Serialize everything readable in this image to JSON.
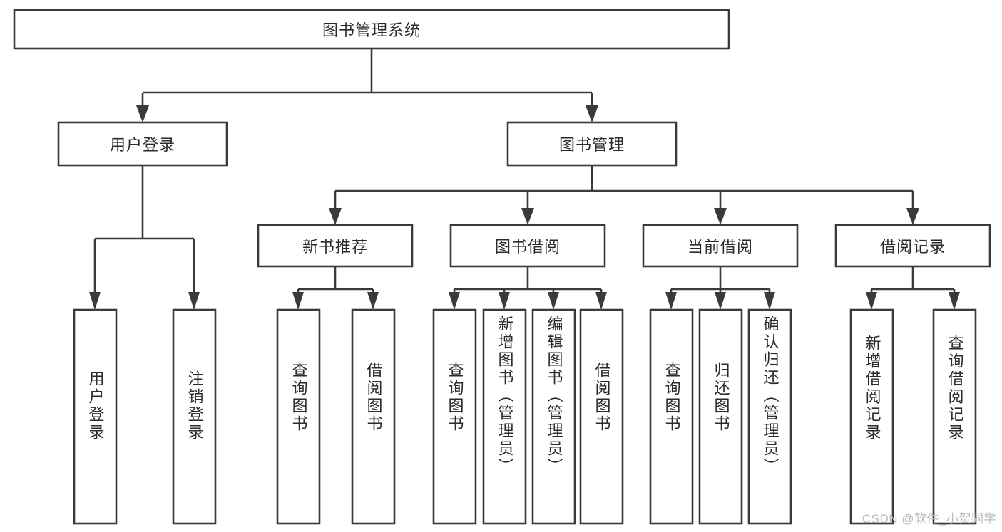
{
  "diagram": {
    "type": "tree",
    "title": "图书管理系统",
    "watermark": "CSDN @软件_小贺同学",
    "colors": {
      "box_stroke": "#3a3a3a",
      "box_fill": "#ffffff",
      "text": "#2b2b2b",
      "background": "#ffffff",
      "watermark": "#b9b9b9"
    },
    "nodes": {
      "root": {
        "label": "图书管理系统",
        "orientation": "horizontal"
      },
      "level1": [
        {
          "id": "user-login",
          "label": "用户登录",
          "orientation": "horizontal"
        },
        {
          "id": "book-management",
          "label": "图书管理",
          "orientation": "horizontal"
        }
      ],
      "level2": [
        {
          "id": "new-book-recommend",
          "label": "新书推荐",
          "orientation": "horizontal",
          "parent": "book-management"
        },
        {
          "id": "book-borrow",
          "label": "图书借阅",
          "orientation": "horizontal",
          "parent": "book-management"
        },
        {
          "id": "current-borrow",
          "label": "当前借阅",
          "orientation": "horizontal",
          "parent": "book-management"
        },
        {
          "id": "borrow-record",
          "label": "借阅记录",
          "orientation": "horizontal",
          "parent": "book-management"
        }
      ],
      "leaves": [
        {
          "id": "leaf-user-login",
          "label": "用户登录",
          "orientation": "vertical",
          "parent": "user-login"
        },
        {
          "id": "leaf-logout",
          "label": "注销登录",
          "orientation": "vertical",
          "parent": "user-login"
        },
        {
          "id": "leaf-query-book-1",
          "label": "查询图书",
          "orientation": "vertical",
          "parent": "new-book-recommend"
        },
        {
          "id": "leaf-borrow-book-1",
          "label": "借阅图书",
          "orientation": "vertical",
          "parent": "new-book-recommend"
        },
        {
          "id": "leaf-query-book-2",
          "label": "查询图书",
          "orientation": "vertical",
          "parent": "book-borrow"
        },
        {
          "id": "leaf-add-book",
          "label": "新增图书（管理员）",
          "orientation": "vertical",
          "parent": "book-borrow"
        },
        {
          "id": "leaf-edit-book",
          "label": "编辑图书（管理员）",
          "orientation": "vertical",
          "parent": "book-borrow"
        },
        {
          "id": "leaf-borrow-book-2",
          "label": "借阅图书",
          "orientation": "vertical",
          "parent": "book-borrow"
        },
        {
          "id": "leaf-query-book-3",
          "label": "查询图书",
          "orientation": "vertical",
          "parent": "current-borrow"
        },
        {
          "id": "leaf-return-book",
          "label": "归还图书",
          "orientation": "vertical",
          "parent": "current-borrow"
        },
        {
          "id": "leaf-confirm-return",
          "label": "确认归还（管理员）",
          "orientation": "vertical",
          "parent": "current-borrow"
        },
        {
          "id": "leaf-add-record",
          "label": "新增借阅记录",
          "orientation": "vertical",
          "parent": "borrow-record"
        },
        {
          "id": "leaf-query-record",
          "label": "查询借阅记录",
          "orientation": "vertical",
          "parent": "borrow-record"
        }
      ]
    }
  }
}
